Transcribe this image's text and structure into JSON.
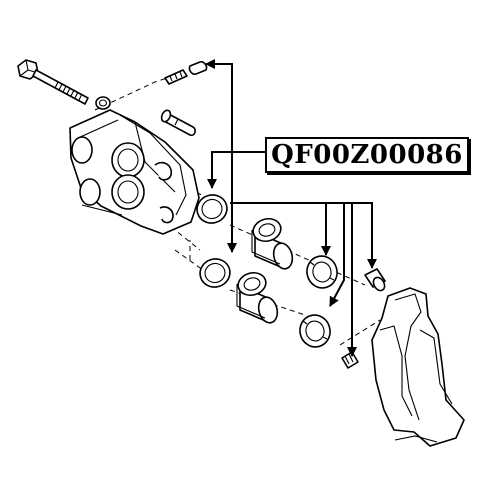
{
  "part_code": "QF00Z00086",
  "colors": {
    "line": "#000000",
    "background": "#ffffff"
  },
  "parts": [
    {
      "name": "caliper-guide-bolt"
    },
    {
      "name": "guide-pin"
    },
    {
      "name": "bleeder-screw"
    },
    {
      "name": "caliper-housing"
    },
    {
      "name": "piston-upper"
    },
    {
      "name": "piston-lower"
    },
    {
      "name": "piston-seal-upper"
    },
    {
      "name": "piston-seal-lower"
    },
    {
      "name": "dust-boot-upper"
    },
    {
      "name": "dust-boot-lower"
    },
    {
      "name": "guide-pin-boot-upper"
    },
    {
      "name": "guide-pin-boot-lower"
    },
    {
      "name": "caliper-bracket"
    }
  ]
}
